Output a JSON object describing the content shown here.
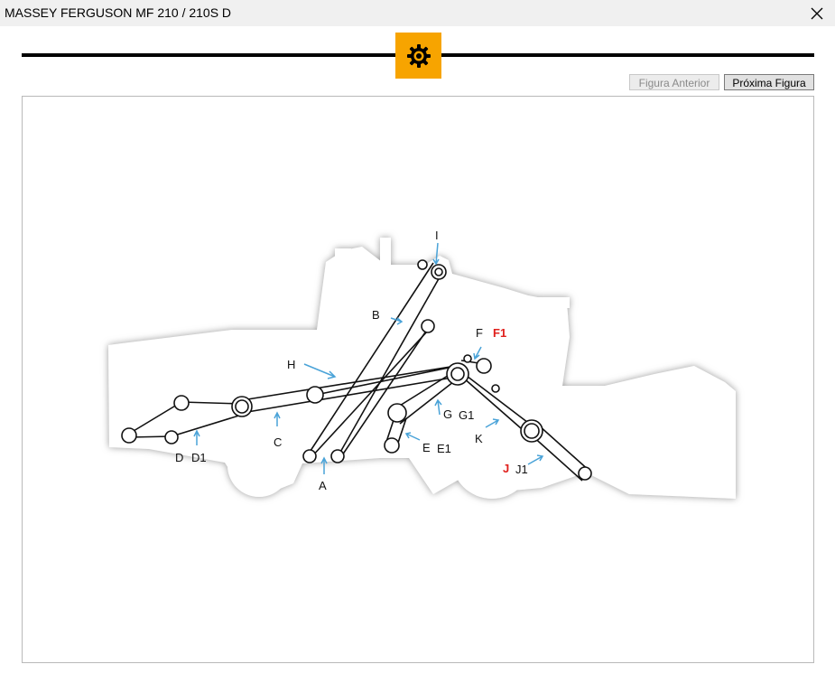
{
  "window": {
    "title": "MASSEY FERGUSON MF 210 / 210S D"
  },
  "icons": {
    "close": "close-icon",
    "settings": "gear-icon"
  },
  "colors": {
    "accent": "#f7a400",
    "highlight_label": "#e0201c",
    "arrow": "#4aa3d8"
  },
  "nav": {
    "prev_label": "Figura Anterior",
    "next_label": "Próxima Figura"
  },
  "diagram": {
    "labels": {
      "I": "I",
      "B": "B",
      "F": "F",
      "F1": "F1",
      "H": "H",
      "G": "G",
      "G1": "G1",
      "C": "C",
      "K": "K",
      "D": "D",
      "D1": "D1",
      "E": "E",
      "E1": "E1",
      "A": "A",
      "J": "J",
      "J1": "J1"
    }
  }
}
